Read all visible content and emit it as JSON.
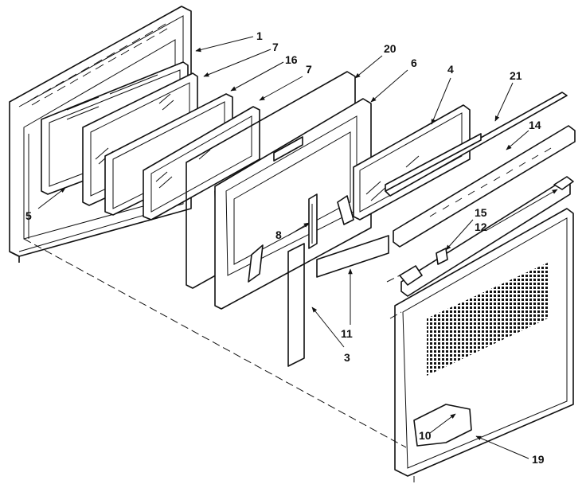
{
  "callouts": {
    "c1": "1",
    "c7a": "7",
    "c16": "16",
    "c7b": "7",
    "c20": "20",
    "c6": "6",
    "c4": "4",
    "c21": "21",
    "c14": "14",
    "c5": "5",
    "c15": "15",
    "c12": "12",
    "c8": "8",
    "c11": "11",
    "c3": "3",
    "c10": "10",
    "c19": "19"
  }
}
